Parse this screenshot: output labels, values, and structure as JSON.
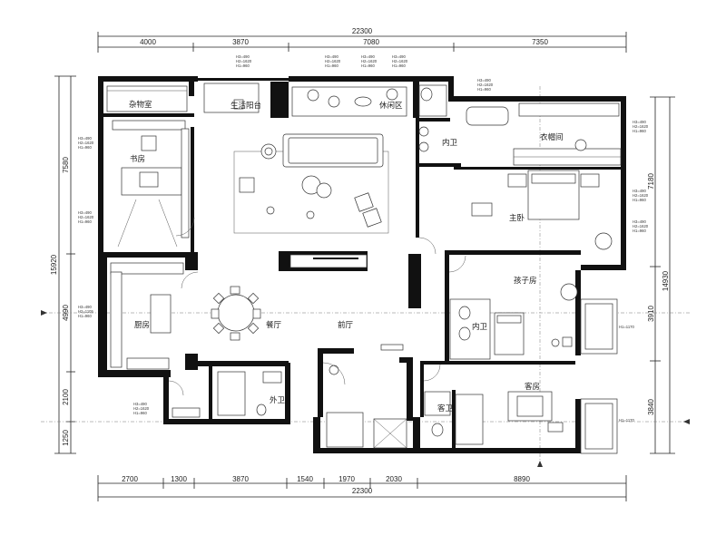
{
  "dimensions": {
    "top_total": "22300",
    "top_segments": [
      "4000",
      "3870",
      "7080",
      "7350"
    ],
    "bottom_total": "22300",
    "bottom_segments": [
      "2700",
      "1300",
      "3870",
      "1540",
      "1970",
      "2030",
      "8890"
    ],
    "left_total": "15920",
    "left_segments": [
      "7580",
      "4990",
      "2100",
      "1250"
    ],
    "right_total": "14930",
    "right_segments": [
      "7180",
      "3910",
      "3840"
    ]
  },
  "rooms": {
    "storage": "杂物室",
    "study": "书房",
    "utility_balcony": "生活阳台",
    "leisure": "休闲区",
    "inner_bath_master": "内卫",
    "closet": "衣帽间",
    "master_bedroom": "主卧",
    "kids_room": "孩子房",
    "inner_bath_kids": "内卫",
    "kitchen": "厨房",
    "dining": "餐厅",
    "foyer": "前厅",
    "powder_room": "外卫",
    "guest_bath": "客卫",
    "guest_room": "客房"
  },
  "window_notes": {
    "w_std_h": "H3=490",
    "w_std_mid": "H2=1620",
    "w_std_sill": "H1=960",
    "w_bay_sill": "H1=1170",
    "w_kit_mid": "H2=1105"
  }
}
